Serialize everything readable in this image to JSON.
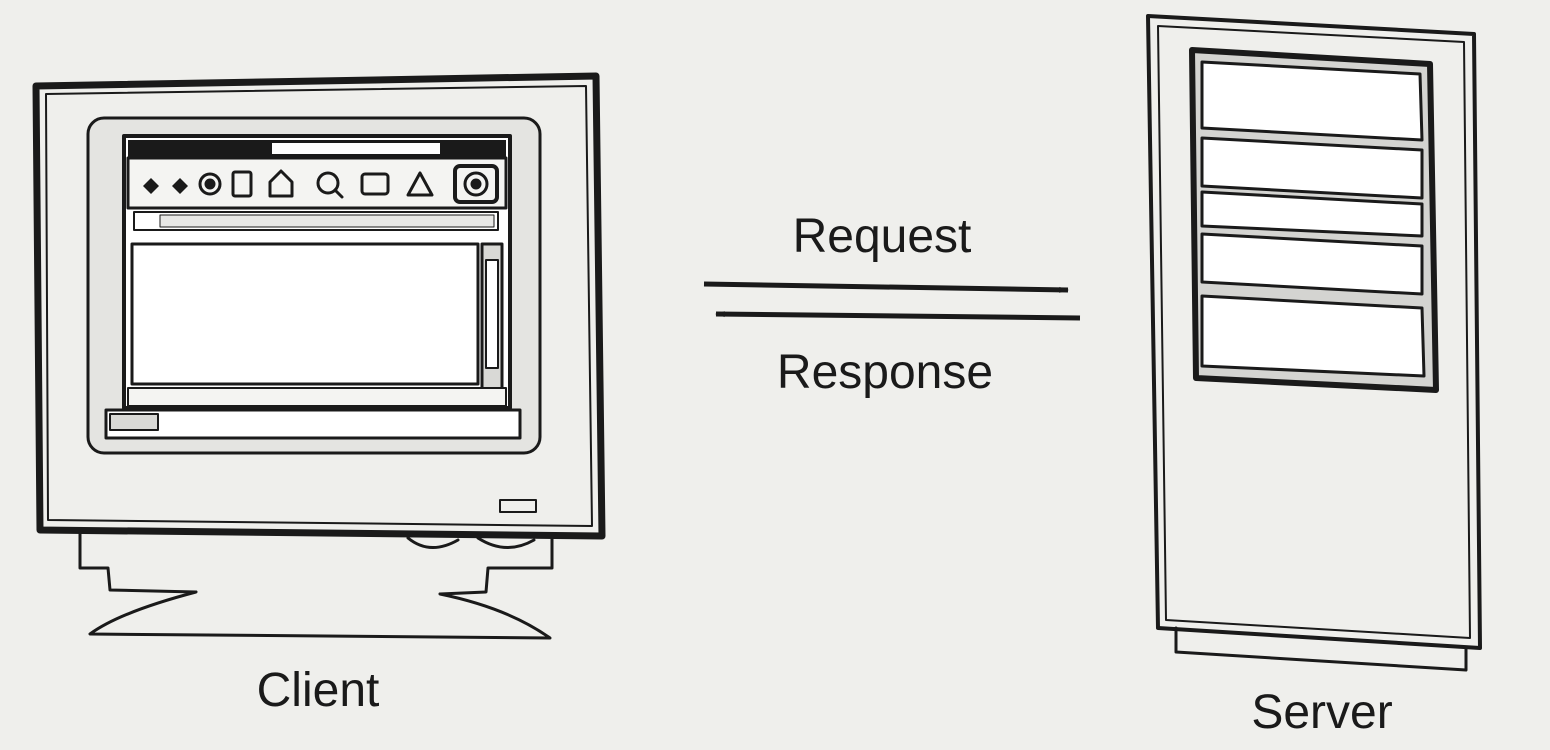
{
  "nodes": {
    "client": {
      "label": "Client"
    },
    "server": {
      "label": "Server"
    }
  },
  "edges": {
    "request": {
      "label": "Request",
      "from": "client",
      "to": "server"
    },
    "response": {
      "label": "Response",
      "from": "server",
      "to": "client"
    }
  },
  "colors": {
    "background": "#efefec",
    "ink": "#1a1a1a",
    "screen": "#ffffff",
    "panel": "#d9d9d6"
  },
  "icons": {
    "client": "desktop-computer-icon",
    "server": "tower-server-icon"
  }
}
